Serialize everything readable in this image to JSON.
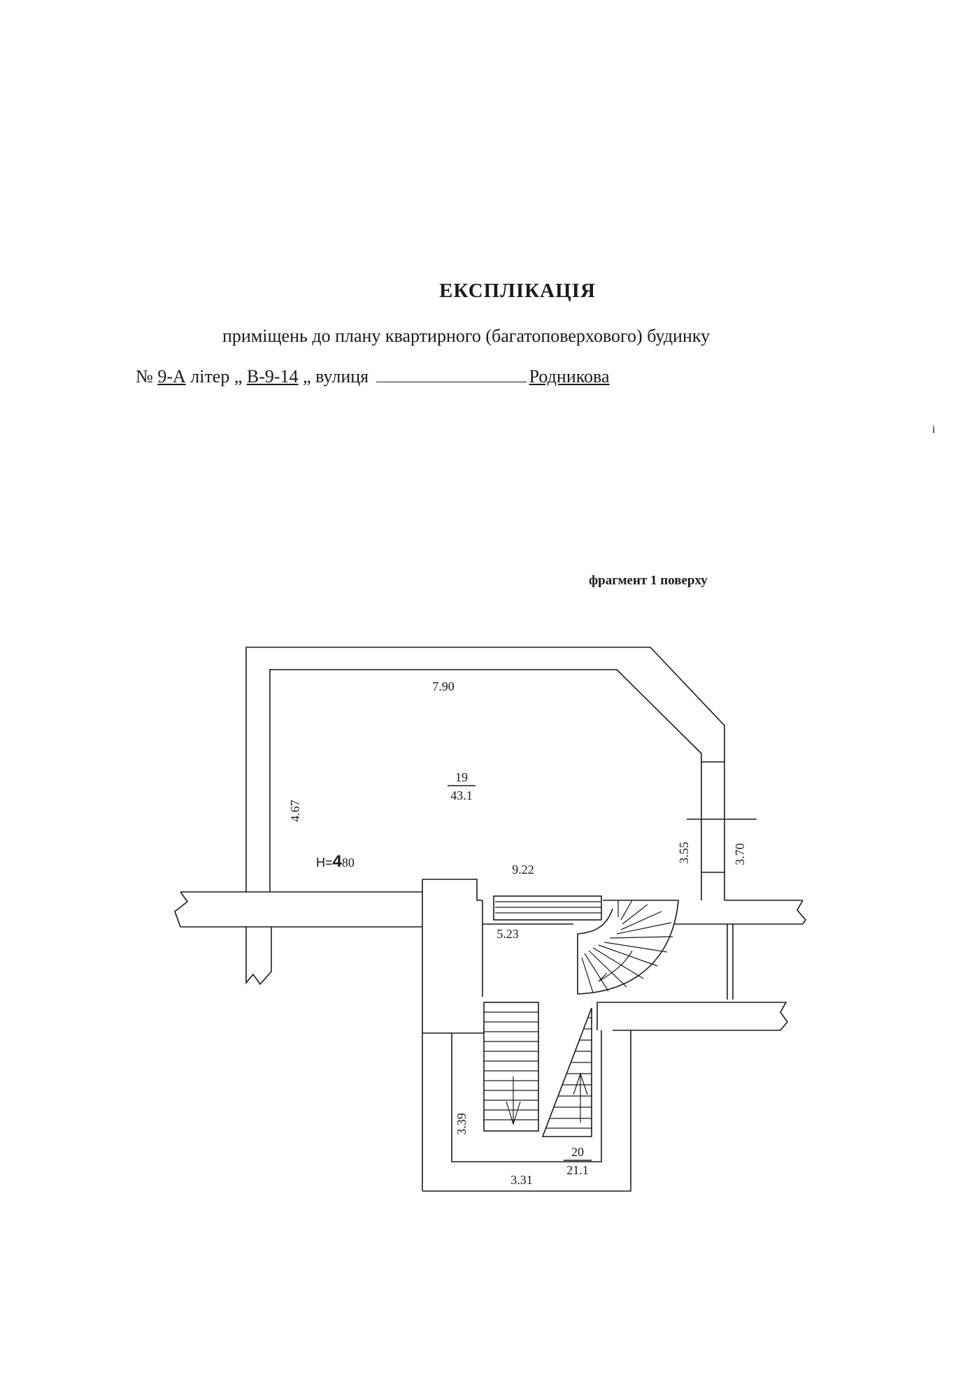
{
  "header": {
    "title": "ЕКСПЛІКАЦІЯ",
    "subtitle": "приміщень до плану квартирного (багатоповерхового) будинку",
    "number_prefix": "№",
    "number": "9-А",
    "liter_label": "літер „",
    "liter": "В-9-14",
    "street_label": "„ вулиця",
    "street": "Родникова"
  },
  "stray_mark": "i",
  "plan": {
    "fragment_label": "фрагмент 1 поверху",
    "room_19": {
      "number": "19",
      "area": "43.1"
    },
    "room_20": {
      "number": "20",
      "area": "21.1"
    },
    "dimensions": {
      "top": "7.90",
      "left": "4.67",
      "bottom": "9.22",
      "right_inner": "3.55",
      "right_outer": "3.70",
      "stair_landing": "5.23",
      "lower_left": "3.39",
      "lower_bottom": "3.31"
    },
    "height_prefix": "Н=",
    "height_mark": "4",
    "height_value": "80"
  }
}
